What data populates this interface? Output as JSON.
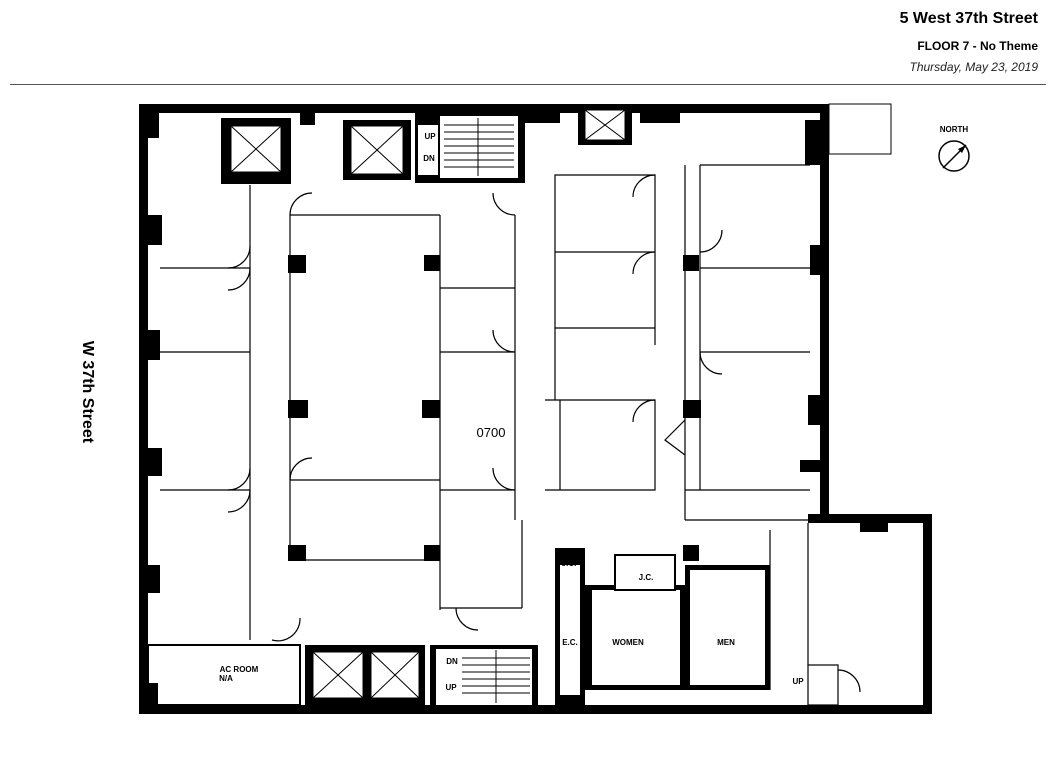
{
  "header": {
    "title": "5 West 37th Street",
    "subtitle": "FLOOR 7 - No Theme",
    "date": "Thursday, May 23, 2019"
  },
  "plan": {
    "street_label": "W 37th Street",
    "north_label": "NORTH",
    "suite_number": "0700",
    "rooms": {
      "ac_room_line1": "AC ROOM",
      "ac_room_line2": "N/A",
      "women": "WOMEN",
      "men": "MEN",
      "ec": "E.C.",
      "jc_left": "J.C.",
      "jc_right": "J.C."
    },
    "stairs": {
      "top_up": "UP",
      "top_dn": "DN",
      "bottom_dn": "DN",
      "bottom_up": "UP",
      "east_up": "UP"
    }
  }
}
